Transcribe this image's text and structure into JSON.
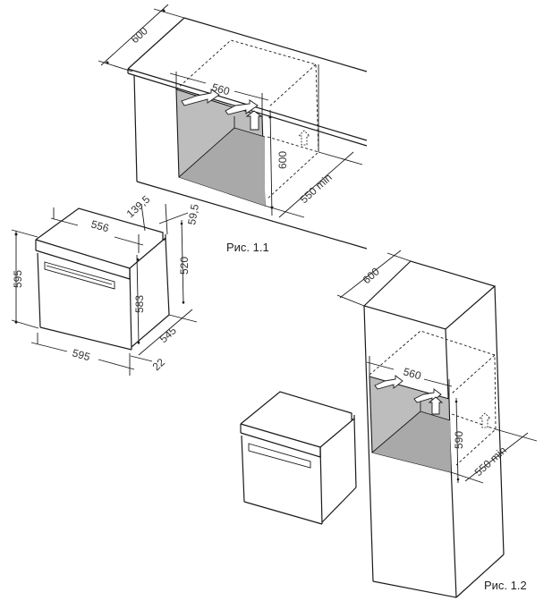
{
  "figures": [
    {
      "id": "fig-1-1",
      "caption": "Рис. 1.1",
      "description": "Built-in oven under countertop installation niche",
      "dimensions": {
        "countertop_depth": "600",
        "niche_width": "560",
        "niche_height": "600",
        "niche_depth": "550 min"
      }
    },
    {
      "id": "fig-1-2",
      "caption": "Рис. 1.2",
      "description": "Built-in oven in tall column cabinet installation",
      "dimensions": {
        "cabinet_depth": "600",
        "niche_width": "560",
        "niche_height": "590",
        "niche_depth": "550 min"
      }
    }
  ],
  "oven": {
    "description": "Oven appliance overall dimensions",
    "dimensions": {
      "top_width": "556",
      "rear_offset": "139,5",
      "top_step": "59,5",
      "overall_height": "595",
      "body_height": "520",
      "front_height": "583",
      "overall_width": "595",
      "body_depth": "545",
      "door_thickness": "22"
    }
  },
  "colors": {
    "line": "#1a1a1a",
    "niche_fill": "#bdbdbd",
    "text": "#333333",
    "background": "#ffffff"
  }
}
